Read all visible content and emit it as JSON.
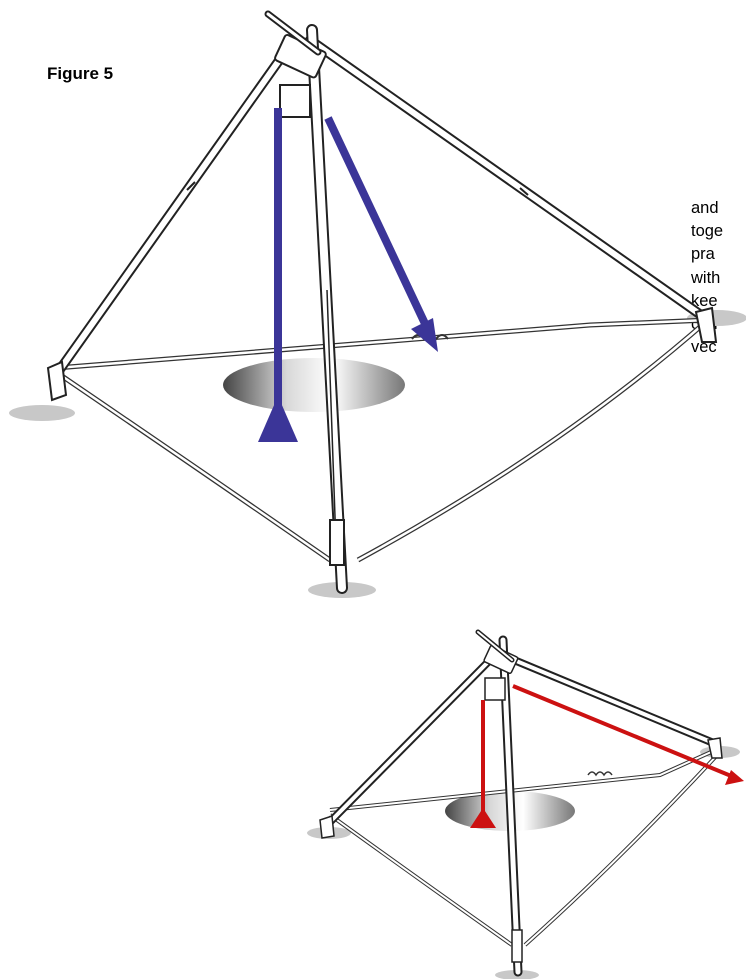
{
  "figure": {
    "label": "Figure 5"
  },
  "side_text": {
    "lines": [
      "and",
      "toge",
      "pra",
      "with",
      "kee",
      "cen",
      "vec"
    ]
  },
  "colors": {
    "blue_vector": "#3b3598",
    "red_vector": "#cc1111",
    "frame_stroke": "#222222",
    "ground_shadow": "#c8c8c8"
  },
  "illustrations": [
    {
      "name": "tripod-top",
      "vector_color": "blue"
    },
    {
      "name": "tripod-bottom",
      "vector_color": "red"
    }
  ]
}
